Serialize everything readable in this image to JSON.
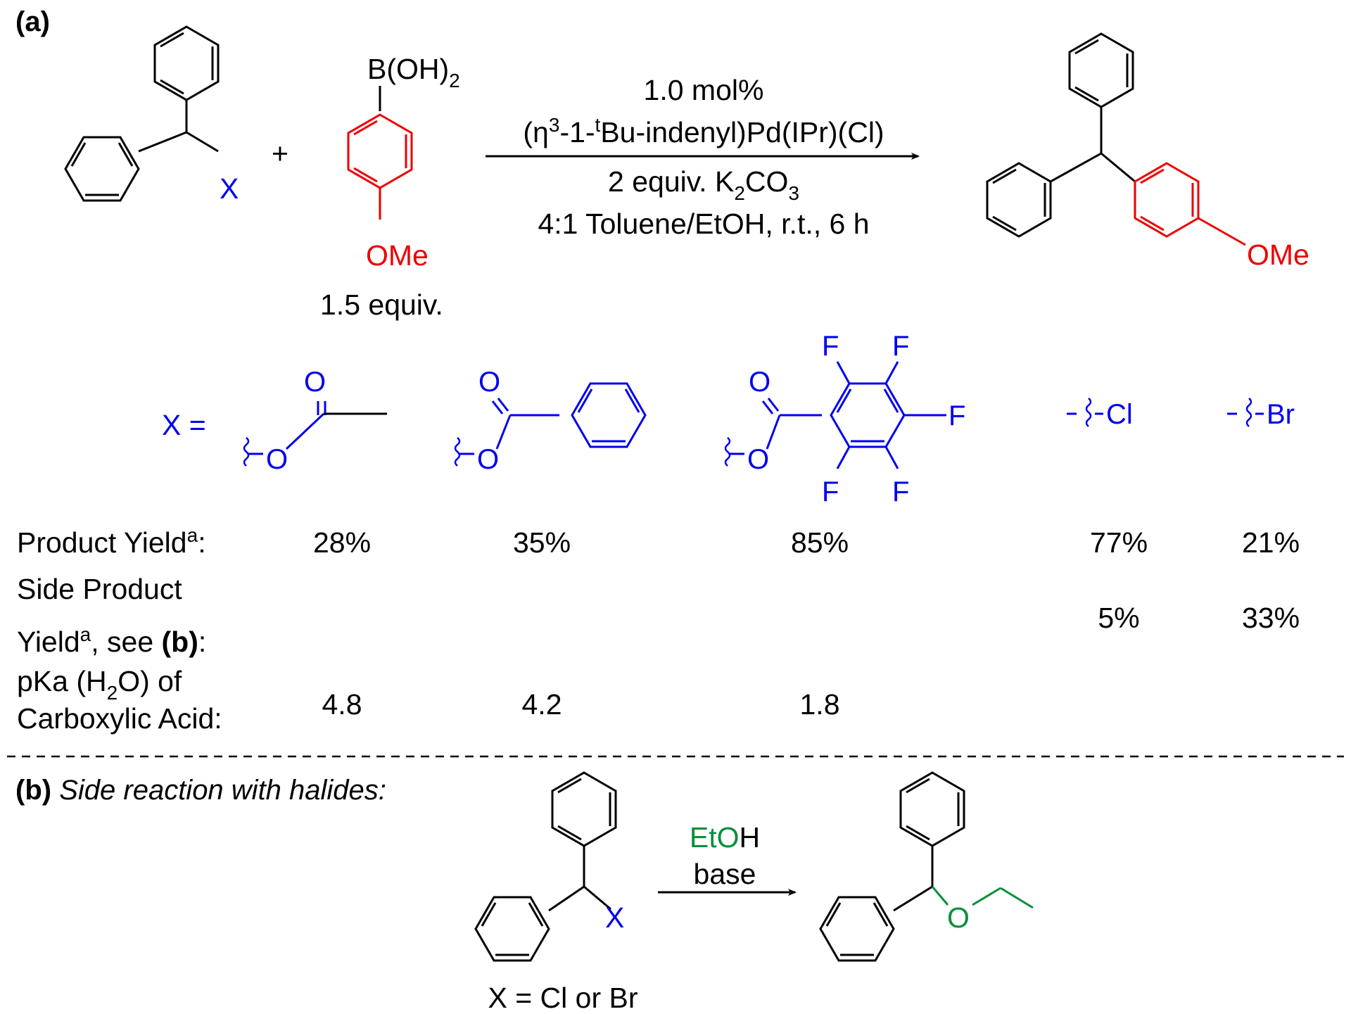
{
  "panel_a": {
    "label": "(a)",
    "reagent": {
      "group_top": "B(OH)",
      "group_top_sub": "2",
      "group_bottom": "OMe",
      "equiv": "1.5 equiv."
    },
    "substrate_leaving_group": "X",
    "plus": "+",
    "conditions": {
      "line1": "1.0 mol%",
      "line2_part1": "(η",
      "line2_sup1": "3",
      "line2_part2": "-1-",
      "line2_sup2": "t",
      "line2_part3": "Bu-indenyl)Pd(IPr)(Cl)",
      "line3_part1": "2 equiv. K",
      "line3_sub1": "2",
      "line3_part2": "CO",
      "line3_sub2": "3",
      "line4": "4:1 Toluene/EtOH, r.t., 6 h"
    },
    "product_group": "OMe",
    "x_label": "X =",
    "leaving_groups": {
      "acetate": {
        "carbonyl_o": "O",
        "ether_o": "O"
      },
      "benzoate": {
        "carbonyl_o": "O",
        "ether_o": "O"
      },
      "pentafluorobenzoate": {
        "carbonyl_o": "O",
        "ether_o": "O",
        "fluorine": "F"
      },
      "chloride": "Cl",
      "bromide": "Br"
    },
    "rows": {
      "product_yield_label": "Product Yield",
      "product_yield_sup": "a",
      "product_yield_colon": ":",
      "product_yields": [
        "28%",
        "35%",
        "85%",
        "77%",
        "21%"
      ],
      "side_label_line1": "Side Product",
      "side_label_line2_part1": "Yield",
      "side_label_line2_sup": "a",
      "side_label_line2_part2": ", see ",
      "side_label_line2_bold": "(b)",
      "side_label_line2_part3": ":",
      "side_yields": [
        "5%",
        "33%"
      ],
      "pka_label_line1_part1": "pKa (H",
      "pka_label_line1_sub": "2",
      "pka_label_line1_part2": "O) of",
      "pka_label_line2": "Carboxylic Acid:",
      "pka_values": [
        "4.8",
        "4.2",
        "1.8"
      ]
    }
  },
  "panel_b": {
    "label": "(b)",
    "title": "Side reaction with halides:",
    "substrate_leaving_group": "X",
    "substrate_note": "X = Cl or Br",
    "reagent_line1_green": "EtO",
    "reagent_line1_black": "H",
    "reagent_line2": "base",
    "product_oxygen": "O"
  },
  "colors": {
    "blue": "#0000ee",
    "red": "#ee0000",
    "green": "#0a8f3c",
    "black": "#000000"
  }
}
